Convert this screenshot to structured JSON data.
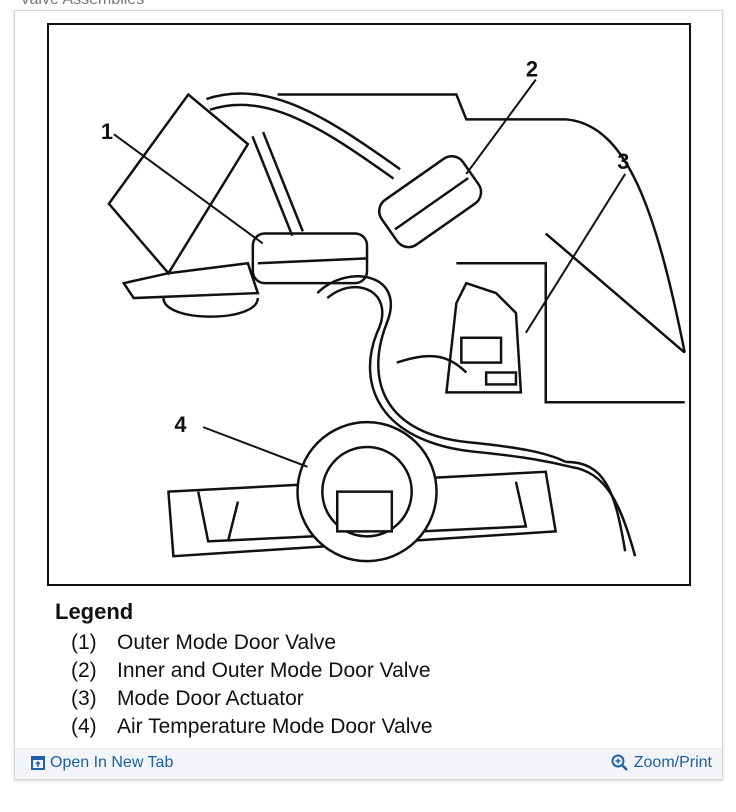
{
  "caption": "Valve Assemblies",
  "figure": {
    "callouts": [
      "1",
      "2",
      "3",
      "4"
    ]
  },
  "legend": {
    "title": "Legend",
    "items": [
      {
        "num": "(1)",
        "label": "Outer Mode Door Valve"
      },
      {
        "num": "(2)",
        "label": "Inner and Outer Mode Door Valve"
      },
      {
        "num": "(3)",
        "label": "Mode Door Actuator"
      },
      {
        "num": "(4)",
        "label": "Air Temperature Mode Door Valve"
      }
    ]
  },
  "footer": {
    "open_new_tab": "Open In New Tab",
    "zoom_print": "Zoom/Print",
    "link_color": "#1f5fa8"
  }
}
